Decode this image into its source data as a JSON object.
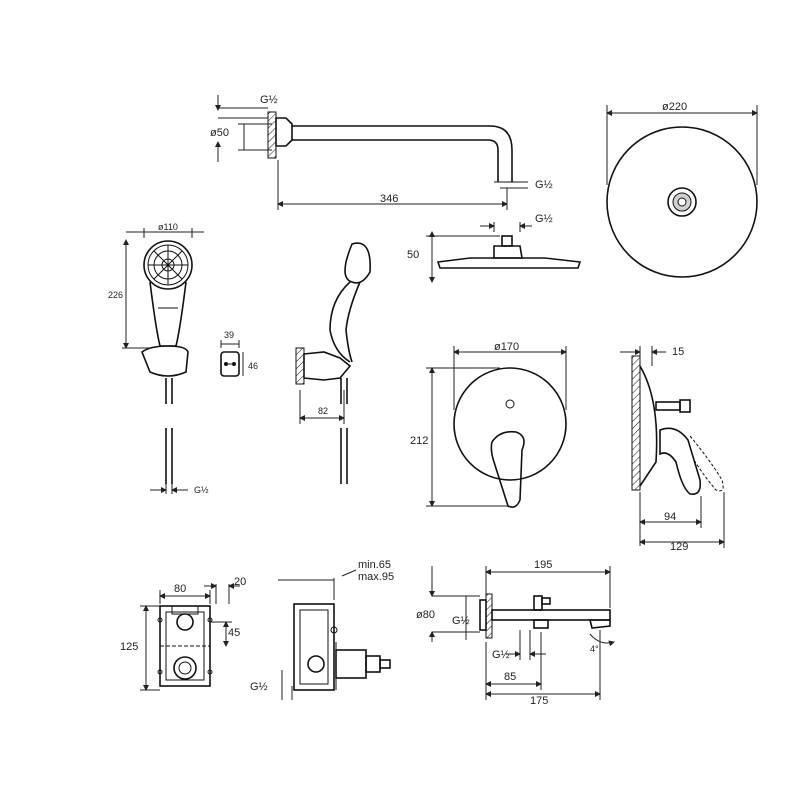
{
  "dimensions": {
    "arm_thread": "G½",
    "arm_diameter": "ø50",
    "arm_length": "346",
    "arm_outlet_thread": "G½",
    "head_diameter": "ø220",
    "head_thread": "G½",
    "head_height": "50",
    "hand_diameter": "ø110",
    "hand_length": "226",
    "holder_width": "39",
    "holder_height": "46",
    "holder_projection": "82",
    "hose_thread": "G½",
    "plate_diameter": "ø170",
    "plate_height": "212",
    "handle_depth": "15",
    "handle_projection_1": "94",
    "handle_projection_2": "129",
    "box_width": "80",
    "box_offset": "20",
    "box_height": "125",
    "box_inner": "45",
    "install_min": "min.65",
    "install_max": "max.95",
    "box_thread": "G½",
    "spout_length": "195",
    "spout_flange": "ø80",
    "spout_thread_1": "G½",
    "spout_thread_2": "G½",
    "spout_offset": "85",
    "spout_total": "175",
    "spout_angle": "4°"
  }
}
